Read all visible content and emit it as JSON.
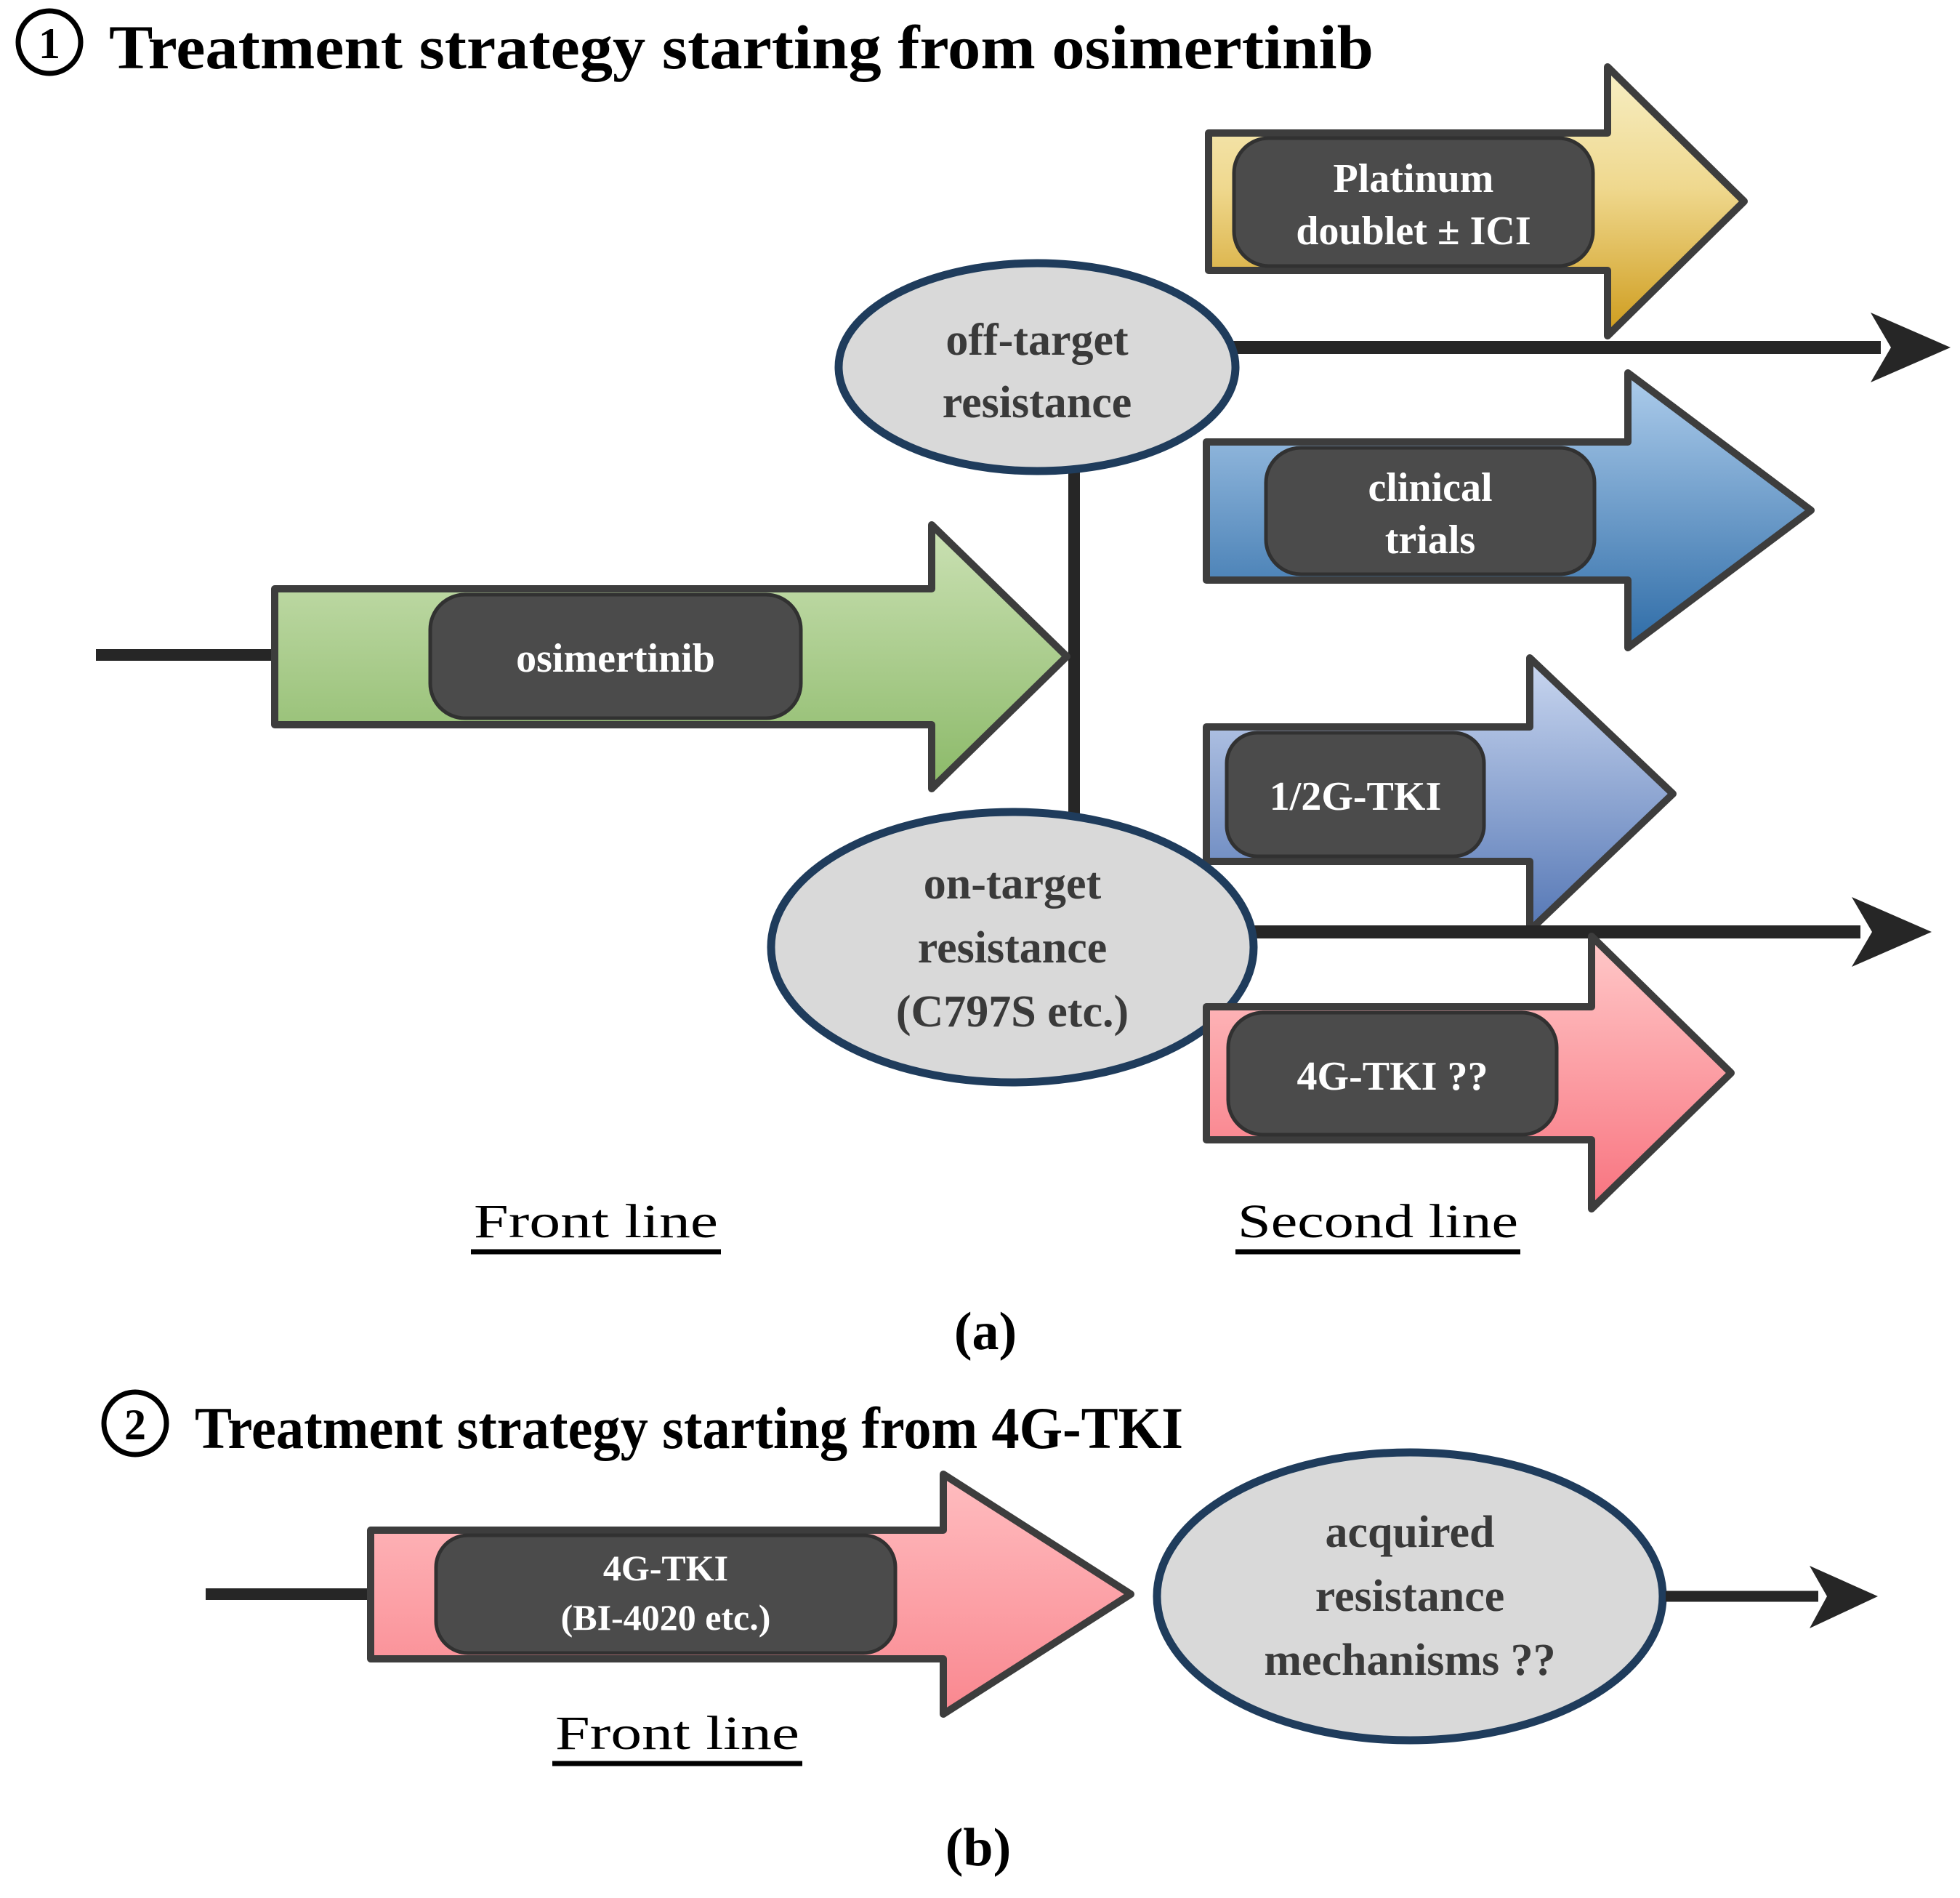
{
  "panel_a": {
    "number": "1",
    "title": "Treatment strategy starting from osimertinib",
    "osimertinib_arrow": {
      "label": "osimertinib"
    },
    "platinum_arrow": {
      "line1": "Platinum",
      "line2": "doublet ± ICI"
    },
    "clinical_arrow": {
      "line1": "clinical",
      "line2": "trials"
    },
    "tki12_arrow": {
      "label": "1/2G-TKI"
    },
    "tki4_arrow": {
      "label": "4G-TKI ??"
    },
    "off_target_ellipse": {
      "line1": "off-target",
      "line2": "resistance"
    },
    "on_target_ellipse": {
      "line1": "on-target",
      "line2": "resistance",
      "line3": "(C797S etc.)"
    },
    "front_line_label": "Front line",
    "second_line_label": "Second line",
    "caption": "(a)"
  },
  "panel_b": {
    "number": "2",
    "title": "Treatment strategy starting from 4G-TKI",
    "tki4_arrow": {
      "line1": "4G-TKI",
      "line2": "(BI-4020 etc.)"
    },
    "resistance_ellipse": {
      "line1": "acquired",
      "line2": "resistance",
      "line3": "mechanisms ??"
    },
    "front_line_label": "Front line",
    "caption": "(b)"
  },
  "colors": {
    "platinum_arrow_top": "#f7efc5",
    "platinum_arrow_bottom": "#ce9b1b",
    "clinical_arrow_top": "#aecdec",
    "clinical_arrow_bottom": "#2e6ca7",
    "osimertinib_arrow_top": "#cbe1b4",
    "osimertinib_arrow_bottom": "#8bb968",
    "tki12_arrow_top": "#cad7f0",
    "tki12_arrow_bottom": "#5577b5",
    "tki4_arrow_top": "#ffc9c9",
    "tki4_arrow_bottom": "#f8737f",
    "tki4b_arrow_top": "#ffbdc0",
    "tki4b_arrow_bottom": "#f9878f",
    "label_box": "#4b4b4b",
    "label_text": "#ffffff",
    "ellipse_fill": "#d9d9d9",
    "ellipse_border": "#1f3c5c",
    "ellipse_text": "#3a3a3a",
    "connector_line": "#262626",
    "arrow_outline": "#3d3d3d"
  }
}
